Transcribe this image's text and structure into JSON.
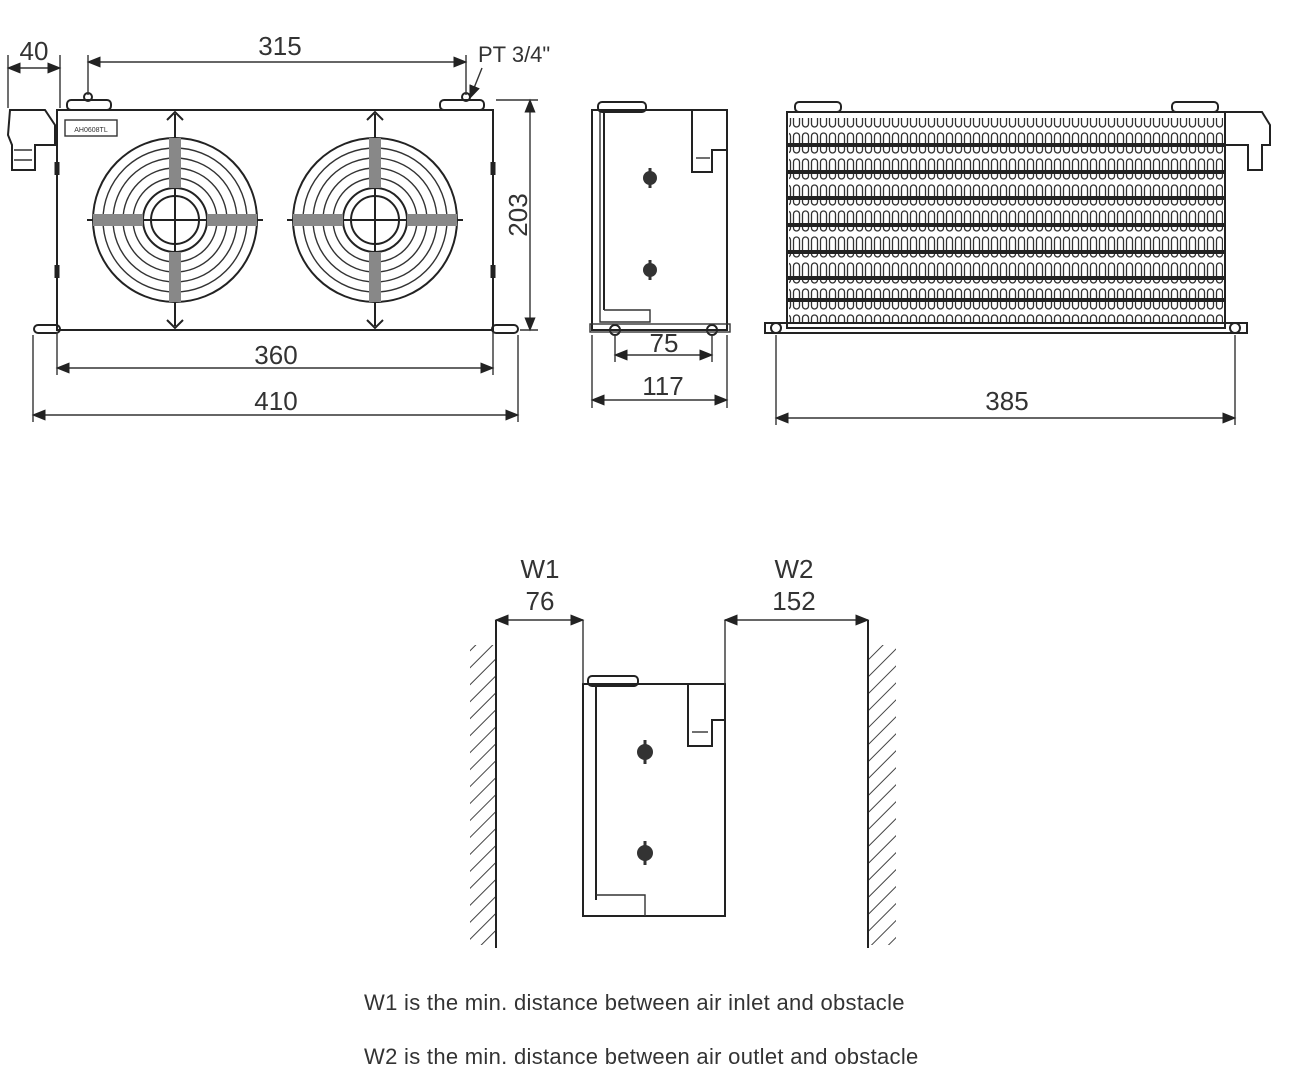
{
  "front_view": {
    "dim_connector": "40",
    "dim_inlet_spacing": "315",
    "connection_label": "PT 3/4\"",
    "dim_height": "203",
    "dim_body_width": "360",
    "dim_total_width": "410",
    "nameplate": "AH0608TL"
  },
  "side_view": {
    "dim_mount_spacing": "75",
    "dim_depth": "117"
  },
  "top_view": {
    "dim_length": "385"
  },
  "clearance": {
    "w1_label": "W1",
    "w1_value": "76",
    "w2_label": "W2",
    "w2_value": "152"
  },
  "notes": [
    "W1 is the min. distance between air inlet and obstacle",
    "W2 is the min. distance between air outlet and obstacle"
  ]
}
